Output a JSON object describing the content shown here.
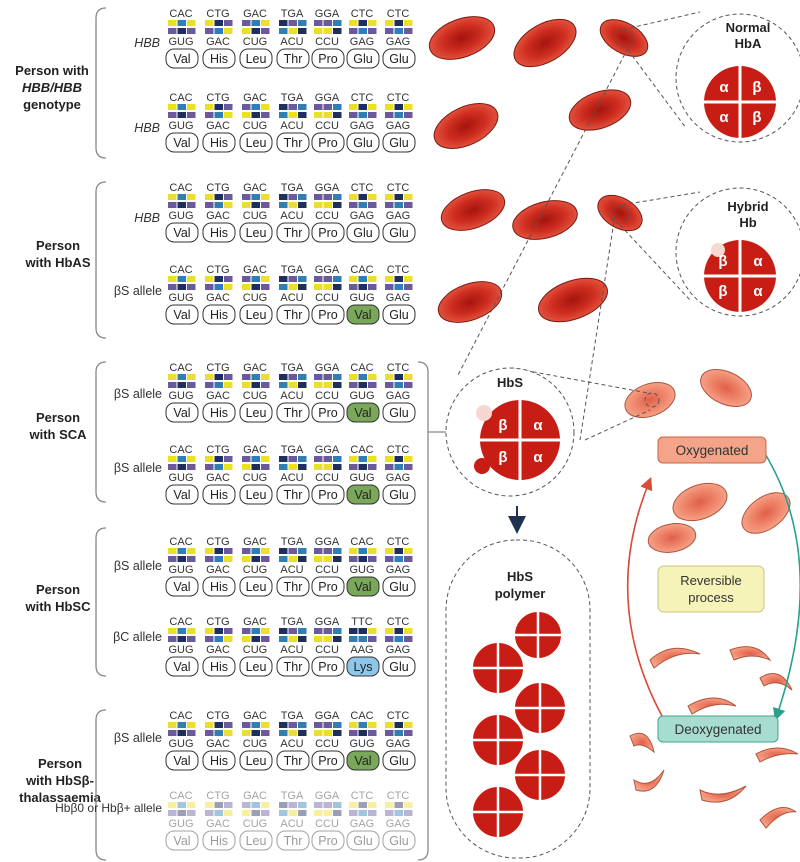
{
  "people": [
    {
      "label": [
        "Person with",
        "HBB/HBB",
        "genotype"
      ]
    },
    {
      "label": [
        "Person",
        "with HbAS"
      ]
    },
    {
      "label": [
        "Person",
        "with SCA"
      ]
    },
    {
      "label": [
        "Person",
        "with HbSC"
      ]
    },
    {
      "label": [
        "Person",
        "with HbSβ-",
        "thalassaemia"
      ]
    }
  ],
  "alleles": [
    {
      "label": "HBB",
      "top": [
        "CAC",
        "CTG",
        "GAC",
        "TGA",
        "GGA",
        "CTC",
        "CTC"
      ],
      "bottom": [
        "GUG",
        "GAC",
        "CUG",
        "ACU",
        "CCU",
        "GAG",
        "GAG"
      ],
      "amino": [
        "Val",
        "His",
        "Leu",
        "Thr",
        "Pro",
        "Glu",
        "Glu"
      ]
    },
    {
      "label": "HBB",
      "top": [
        "CAC",
        "CTG",
        "GAC",
        "TGA",
        "GGA",
        "CTC",
        "CTC"
      ],
      "bottom": [
        "GUG",
        "GAC",
        "CUG",
        "ACU",
        "CCU",
        "GAG",
        "GAG"
      ],
      "amino": [
        "Val",
        "His",
        "Leu",
        "Thr",
        "Pro",
        "Glu",
        "Glu"
      ]
    },
    {
      "label": "HBB",
      "top": [
        "CAC",
        "CTG",
        "GAC",
        "TGA",
        "GGA",
        "CTC",
        "CTC"
      ],
      "bottom": [
        "GUG",
        "GAC",
        "CUG",
        "ACU",
        "CCU",
        "GAG",
        "GAG"
      ],
      "amino": [
        "Val",
        "His",
        "Leu",
        "Thr",
        "Pro",
        "Glu",
        "Glu"
      ]
    },
    {
      "label": "βS allele",
      "top": [
        "CAC",
        "CTG",
        "GAC",
        "TGA",
        "GGA",
        "CAC",
        "CTC"
      ],
      "bottom": [
        "GUG",
        "GAC",
        "CUG",
        "ACU",
        "CCU",
        "GUG",
        "GAG"
      ],
      "amino": [
        "Val",
        "His",
        "Leu",
        "Thr",
        "Pro",
        "Val",
        "Glu"
      ]
    },
    {
      "label": "βS allele",
      "top": [
        "CAC",
        "CTG",
        "GAC",
        "TGA",
        "GGA",
        "CAC",
        "CTC"
      ],
      "bottom": [
        "GUG",
        "GAC",
        "CUG",
        "ACU",
        "CCU",
        "GUG",
        "GAG"
      ],
      "amino": [
        "Val",
        "His",
        "Leu",
        "Thr",
        "Pro",
        "Val",
        "Glu"
      ]
    },
    {
      "label": "βS allele",
      "top": [
        "CAC",
        "CTG",
        "GAC",
        "TGA",
        "GGA",
        "CAC",
        "CTC"
      ],
      "bottom": [
        "GUG",
        "GAC",
        "CUG",
        "ACU",
        "CCU",
        "GUG",
        "GAG"
      ],
      "amino": [
        "Val",
        "His",
        "Leu",
        "Thr",
        "Pro",
        "Val",
        "Glu"
      ]
    },
    {
      "label": "βS allele",
      "top": [
        "CAC",
        "CTG",
        "GAC",
        "TGA",
        "GGA",
        "CAC",
        "CTC"
      ],
      "bottom": [
        "GUG",
        "GAC",
        "CUG",
        "ACU",
        "CCU",
        "GUG",
        "GAG"
      ],
      "amino": [
        "Val",
        "His",
        "Leu",
        "Thr",
        "Pro",
        "Val",
        "Glu"
      ]
    },
    {
      "label": "βC allele",
      "top": [
        "CAC",
        "CTG",
        "GAC",
        "TGA",
        "GGA",
        "TTC",
        "CTC"
      ],
      "bottom": [
        "GUG",
        "GAC",
        "CUG",
        "ACU",
        "CCU",
        "AAG",
        "GAG"
      ],
      "amino": [
        "Val",
        "His",
        "Leu",
        "Thr",
        "Pro",
        "Lys",
        "Glu"
      ]
    },
    {
      "label": "βS allele",
      "top": [
        "CAC",
        "CTG",
        "GAC",
        "TGA",
        "GGA",
        "CAC",
        "CTC"
      ],
      "bottom": [
        "GUG",
        "GAC",
        "CUG",
        "ACU",
        "CCU",
        "GUG",
        "GAG"
      ],
      "amino": [
        "Val",
        "His",
        "Leu",
        "Thr",
        "Pro",
        "Val",
        "Glu"
      ]
    },
    {
      "label": "Hbβ0 or Hbβ+ allele",
      "top": [
        "CAC",
        "CTG",
        "GAC",
        "TGA",
        "GGA",
        "CTC",
        "CTC"
      ],
      "bottom": [
        "GUG",
        "GAC",
        "CUG",
        "ACU",
        "CCU",
        "GAG",
        "GAG"
      ],
      "amino": [
        "Val",
        "His",
        "Leu",
        "Thr",
        "Pro",
        "Glu",
        "Glu"
      ]
    }
  ],
  "hb_labels": {
    "normal": [
      "Normal",
      "HbA"
    ],
    "hybrid": [
      "Hybrid",
      "Hb"
    ],
    "hbs": [
      "HbS"
    ],
    "polymer": [
      "HbS",
      "polymer"
    ],
    "alpha": "α",
    "beta": "β"
  },
  "cycle": {
    "oxygenated": "Oxygenated",
    "deoxygenated": "Deoxygenated",
    "reversible": [
      "Reversible",
      "process"
    ]
  },
  "colors": {
    "A": "#2f7fb3",
    "C": "#ecdf2c",
    "G": "#6a5a9c",
    "T": "#1e2f5e",
    "U": "#1e2f5e",
    "rbc": "#d83a2a",
    "sickle": "#f08a6e",
    "val_highlight": "#7aa85a",
    "lys_highlight": "#8ec6e8",
    "oxy_box": "#f3a489",
    "deoxy_box": "#a7dcd0",
    "reversible_box": "#f5f3b8"
  }
}
